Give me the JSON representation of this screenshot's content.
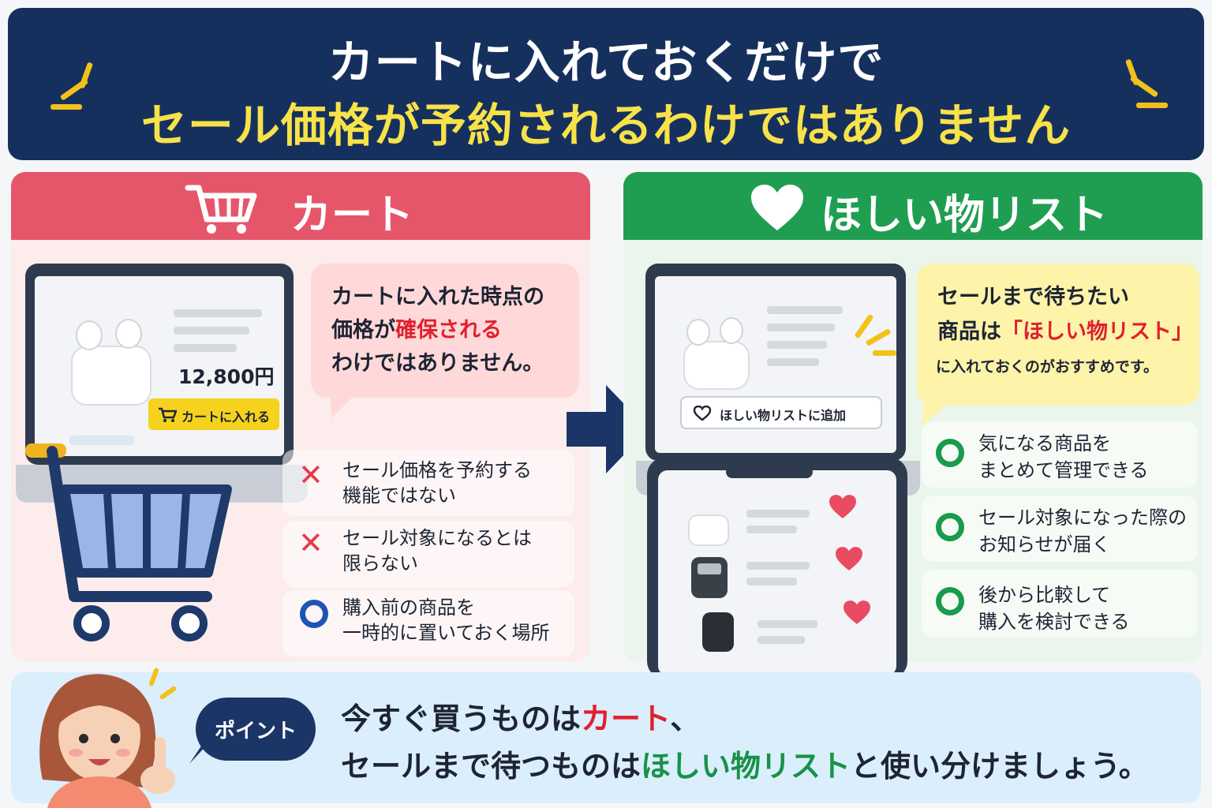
{
  "header": {
    "line1": "カートに入れておくだけで",
    "line2": "セール価格が予約されるわけではありません"
  },
  "cart": {
    "title": "カート",
    "icon": "cart-icon",
    "laptop": {
      "price": "12,800円",
      "button_label": "カートに入れる"
    },
    "bubble": {
      "line1": "カートに入れた時点の",
      "line2_prefix": "価格が",
      "line2_highlight": "確保される",
      "line3": "わけではありません。"
    },
    "points": [
      {
        "mark": "✕",
        "line1": "セール価格を予約する",
        "line2": "機能ではない"
      },
      {
        "mark": "✕",
        "line1": "セール対象になるとは",
        "line2": "限らない"
      },
      {
        "mark": "○",
        "line1": "購入前の商品を",
        "line2": "一時的に置いておく場所"
      }
    ]
  },
  "wishlist": {
    "title": "ほしい物リスト",
    "icon": "heart-icon",
    "laptop": {
      "button_label": "ほしい物リストに追加"
    },
    "bubble": {
      "line1": "セールまで待ちたい",
      "line2_prefix": "商品は",
      "line2_highlight": "「ほしい物リスト」",
      "line3": "に入れておくのがおすすめです。"
    },
    "points": [
      {
        "line1": "気になる商品を",
        "line2": "まとめて管理できる"
      },
      {
        "line1": "セール対象になった際の",
        "line2": "お知らせが届く"
      },
      {
        "line1": "後から比較して",
        "line2": "購入を検討できる"
      }
    ]
  },
  "bottom": {
    "badge": "ポイント",
    "line1_prefix": "今すぐ買うものは",
    "line1_highlight": "カート",
    "line1_suffix": "、",
    "line2_prefix": "セールまで待つものは",
    "line2_highlight": "ほしい物リスト",
    "line2_suffix": "と使い分けましょう。"
  },
  "colors": {
    "header_bg": "#16305e",
    "header_highlight": "#f7e24a",
    "cart_accent": "#e5566a",
    "wishlist_accent": "#1f9e51",
    "emphasis_red": "#e0202e",
    "emphasis_green": "#18924a"
  }
}
